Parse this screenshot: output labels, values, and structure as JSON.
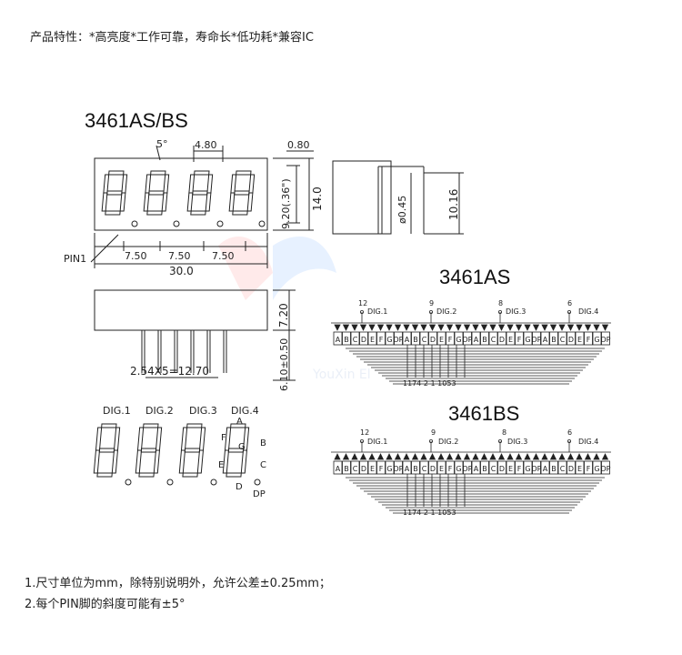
{
  "header": {
    "features": "产品特性：*高亮度*工作可靠，寿命长*低功耗*兼容IC"
  },
  "model_title": "3461AS/BS",
  "front_view": {
    "dims": {
      "angle": "5°",
      "digit_pitch_w": "4.80",
      "edge": "0.80",
      "height_inner": "9.20(.36\")",
      "height": "14.0",
      "pitch1": "7.50",
      "pitch2": "7.50",
      "pitch3": "7.50",
      "width": "30.0",
      "pin1": "PIN1"
    }
  },
  "side_view": {
    "pin_dia": "ø0.45",
    "height": "10.16"
  },
  "bottom_view": {
    "body_h": "7.20",
    "pin_len": "6.10±0.50",
    "pitch": "2.54X5=12.70"
  },
  "segment_view": {
    "digits": [
      "DIG.1",
      "DIG.2",
      "DIG.3",
      "DIG.4"
    ],
    "segments": [
      "A",
      "B",
      "C",
      "D",
      "E",
      "F",
      "G",
      "DP"
    ]
  },
  "circuit_as": {
    "title": "3461AS",
    "digit_pins": [
      "12",
      "9",
      "8",
      "6"
    ],
    "digit_labels": [
      "DIG.1",
      "DIG.2",
      "DIG.3",
      "DIG.4"
    ],
    "bottom_pins": "1174 2 1 1053"
  },
  "circuit_bs": {
    "title": "3461BS",
    "digit_pins": [
      "12",
      "9",
      "8",
      "6"
    ],
    "digit_labels": [
      "DIG.1",
      "DIG.2",
      "DIG.3",
      "DIG.4"
    ],
    "bottom_pins": "1174 2 1 1053"
  },
  "notes": [
    "1.尺寸单位为mm，除特别说明外，允许公差±0.25mm；",
    "2.每个PIN脚的斜度可能有±5°"
  ],
  "watermark": "YouXin El"
}
